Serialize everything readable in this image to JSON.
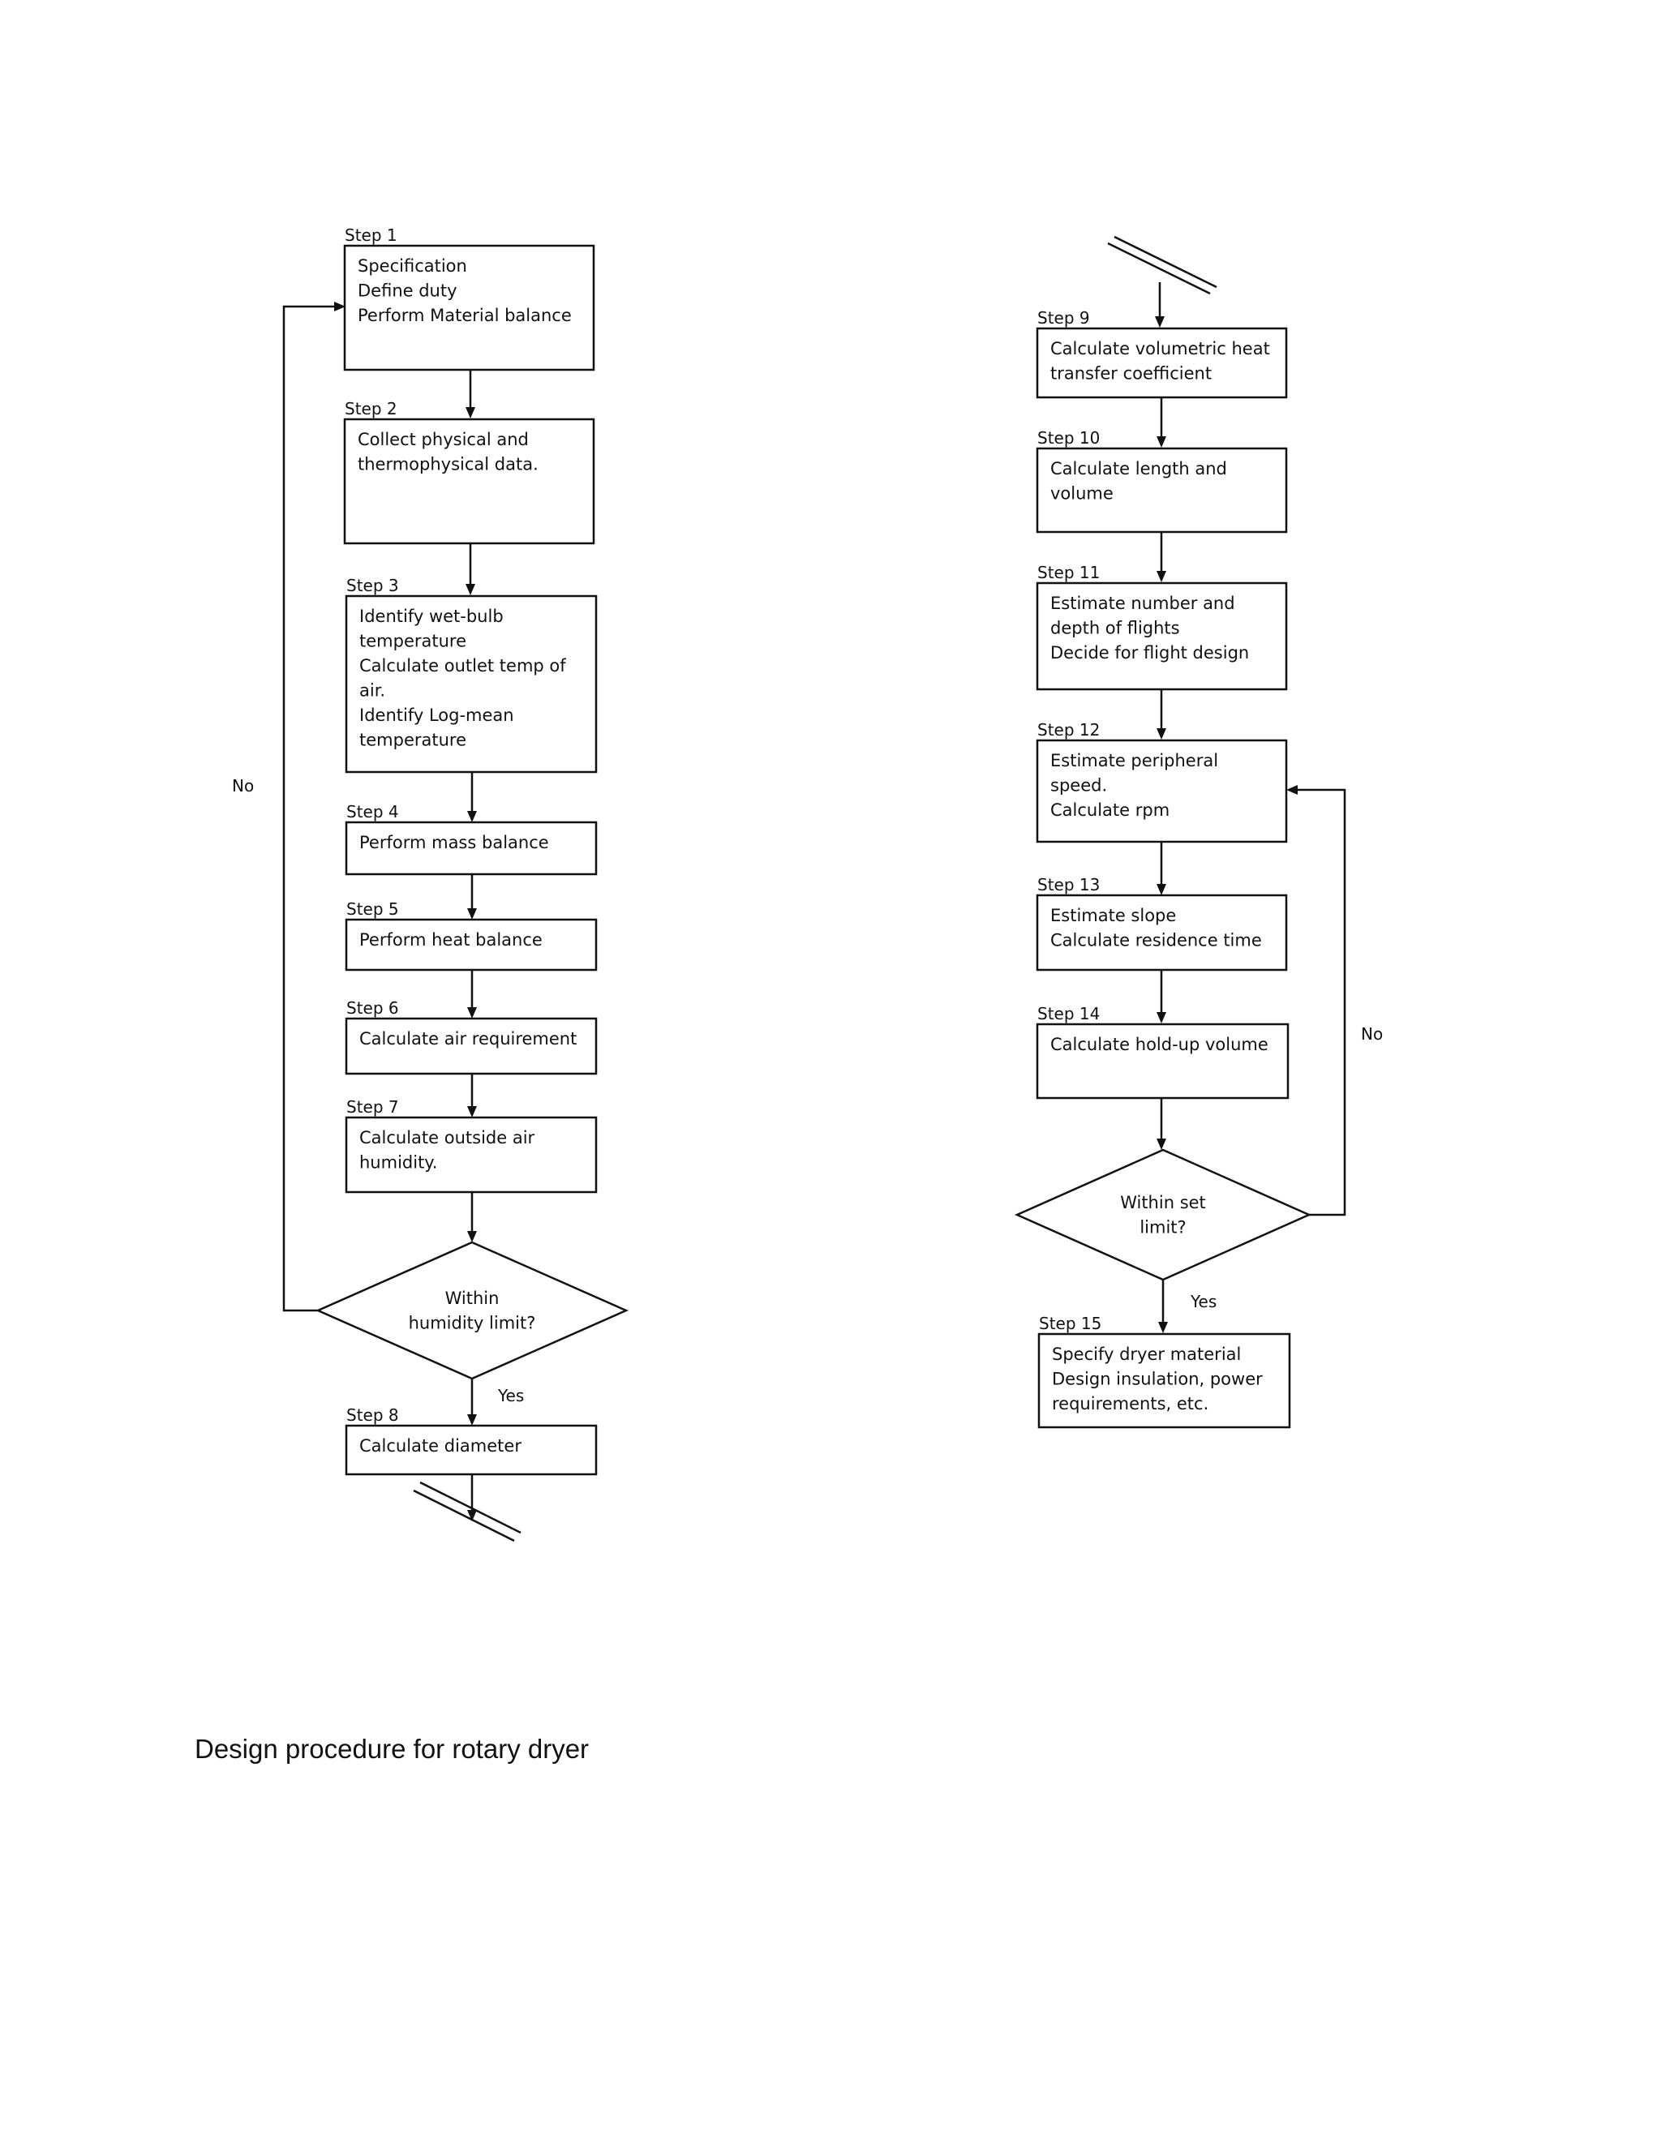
{
  "caption": "Design procedure for rotary dryer",
  "steps": [
    {
      "label": "Step 1",
      "lines": [
        "Specification",
        "Define duty",
        "Perform Material balance"
      ]
    },
    {
      "label": "Step 2",
      "lines": [
        "Collect physical and",
        "thermophysical data."
      ]
    },
    {
      "label": "Step 3",
      "lines": [
        "Identify wet-bulb",
        "temperature",
        "Calculate outlet temp of",
        "air.",
        "Identify Log-mean",
        "temperature"
      ]
    },
    {
      "label": "Step 4",
      "lines": [
        "Perform mass balance"
      ]
    },
    {
      "label": "Step 5",
      "lines": [
        "Perform heat balance"
      ]
    },
    {
      "label": "Step 6",
      "lines": [
        "Calculate air requirement"
      ]
    },
    {
      "label": "Step 7",
      "lines": [
        "Calculate outside air",
        "humidity."
      ]
    },
    {
      "label": "Step 8",
      "lines": [
        "Calculate diameter"
      ]
    },
    {
      "label": "Step 9",
      "lines": [
        "Calculate volumetric heat",
        "transfer coefficient"
      ]
    },
    {
      "label": "Step 10",
      "lines": [
        "Calculate length and",
        "volume"
      ]
    },
    {
      "label": "Step 11",
      "lines": [
        "Estimate number and",
        "depth of flights",
        "Decide for flight design"
      ]
    },
    {
      "label": "Step 12",
      "lines": [
        "Estimate peripheral",
        "speed.",
        "Calculate rpm"
      ]
    },
    {
      "label": "Step 13",
      "lines": [
        "Estimate slope",
        "Calculate residence time"
      ]
    },
    {
      "label": "Step 14",
      "lines": [
        "Calculate hold-up volume"
      ]
    },
    {
      "label": "Step 15",
      "lines": [
        "Specify dryer material",
        "Design insulation, power",
        "requirements, etc."
      ]
    }
  ],
  "decisions": [
    {
      "lines": [
        "Within",
        "humidity limit?"
      ],
      "yes_label": "Yes",
      "no_label": "No"
    },
    {
      "lines": [
        "Within set",
        "limit?"
      ],
      "yes_label": "Yes",
      "no_label": "No"
    }
  ]
}
